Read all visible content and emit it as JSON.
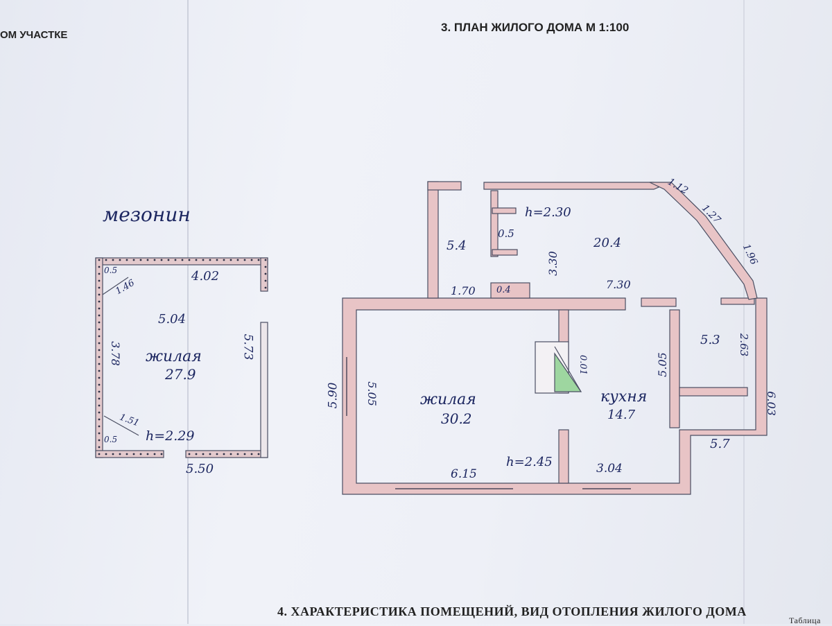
{
  "header": {
    "left_title": "ОМ УЧАСТКЕ",
    "main_title": "3. ПЛАН ЖИЛОГО ДОМА М 1:100",
    "section_title": "4. ХАРАКТЕРИСТИКА ПОМЕЩЕНИЙ, ВИД ОТОПЛЕНИЯ ЖИЛОГО ДОМА",
    "table_label": "Таблица"
  },
  "mezzanine": {
    "label": "мезонин",
    "room_type": "жилая",
    "room_area": "27.9",
    "height": "h=2.29",
    "dims": [
      "4.02",
      "5.04",
      "3.78",
      "5.73",
      "5.50",
      "1.46",
      "1.51",
      "0.5",
      "0.5"
    ]
  },
  "house": {
    "living_room": {
      "type": "жилая",
      "area": "30.2",
      "height": "h=2.45"
    },
    "kitchen": {
      "type": "кухня",
      "area": "14.7"
    },
    "north_room": {
      "area": "20.4",
      "height": "h=2.30"
    },
    "rooms_small": [
      "5.4",
      "0.5",
      "0.4",
      "5.3",
      "5.7",
      "0.01"
    ],
    "dims": [
      "3.30",
      "1.70",
      "7.30",
      "1.12",
      "1.27",
      "1.96",
      "2.63",
      "6.03",
      "5.90",
      "5.05",
      "5.05",
      "6.15",
      "3.04"
    ]
  },
  "colors": {
    "wall_fill": "#e8c4c6",
    "wall_edge": "#4a4e62",
    "ink": "#1c2660",
    "stove": "#9ed6a0"
  }
}
